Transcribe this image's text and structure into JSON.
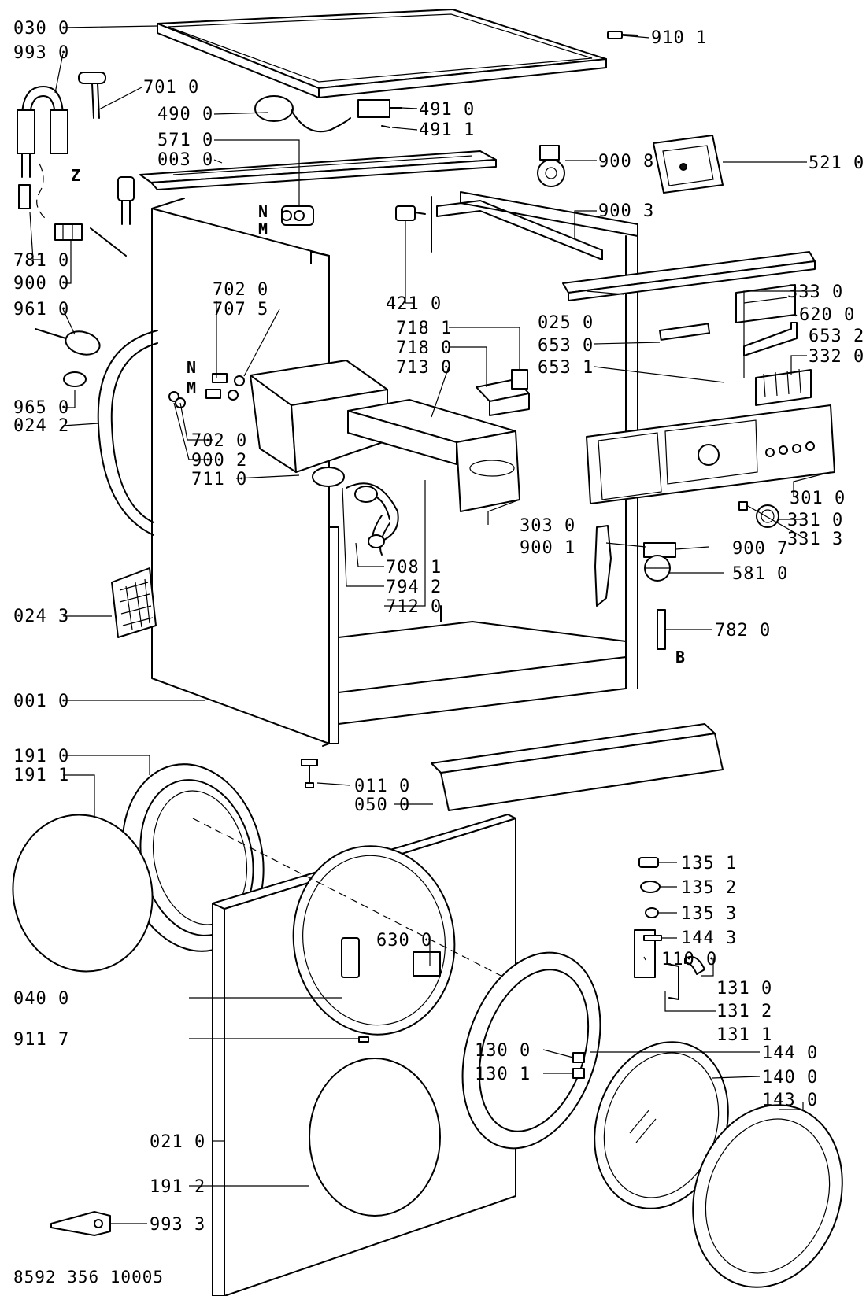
{
  "labels": {
    "p0300": "030 0",
    "p9930": "993 0",
    "p7010": "701 0",
    "p4900": "490 0",
    "p5710": "571 0",
    "p0030": "003 0",
    "p7810": "781 0",
    "p9000": "900 0",
    "p9610": "961 0",
    "p9650": "965 0",
    "p0242": "024 2",
    "p0243": "024 3",
    "p0010": "001 0",
    "p1910": "191 0",
    "p1911": "191 1",
    "p9101": "910 1",
    "p4910": "491 0",
    "p4911": "491 1",
    "p9008": "900 8",
    "p5210": "521 0",
    "p9003": "900 3",
    "p4210": "421 0",
    "p3330": "333 0",
    "p0250": "025 0",
    "p6200": "620 0",
    "p6530": "653 0",
    "p6532": "653 2",
    "p6531": "653 1",
    "p3320": "332 0",
    "p7020a": "702 0",
    "p7075": "707 5",
    "p7181": "718 1",
    "p7180": "718 0",
    "p7130": "713 0",
    "p7020b": "702 0",
    "p9002": "900 2",
    "p7110": "711 0",
    "p3010": "301 0",
    "p3310": "331 0",
    "p3313": "331 3",
    "p3030": "303 0",
    "p9001": "900 1",
    "p9007": "900 7",
    "p7081": "708 1",
    "p5810": "581 0",
    "p7942": "794 2",
    "p7120": "712 0",
    "p7820": "782 0",
    "p0110": "011 0",
    "p0500": "050 0",
    "p1351": "135 1",
    "p1352": "135 2",
    "p1353": "135 3",
    "p1443": "144 3",
    "p1100": "110 0",
    "p6300": "630 0",
    "p0400": "040 0",
    "p1310": "131 0",
    "p1312": "131 2",
    "p1311": "131 1",
    "p9117": "911 7",
    "p1300": "130 0",
    "p1440": "144 0",
    "p1301": "130 1",
    "p1400": "140 0",
    "p1430": "143 0",
    "p0210": "021 0",
    "p1912": "191 2",
    "p9933": "993 3"
  },
  "marks": {
    "z": "Z",
    "n1": "N",
    "m1": "M",
    "n2": "N",
    "m2": "M",
    "b": "B"
  },
  "footer": "8592 356 10005"
}
